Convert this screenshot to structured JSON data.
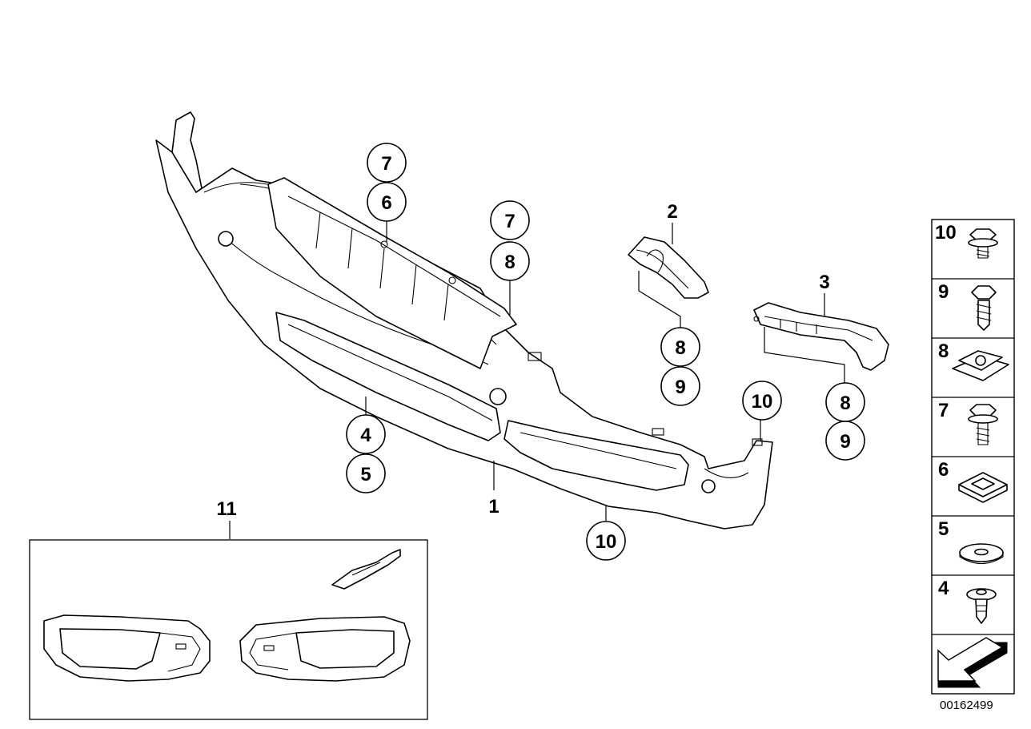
{
  "callouts": {
    "c7a": "7",
    "c6": "6",
    "c7b": "7",
    "c8a": "8",
    "c8b": "8",
    "c9a": "9",
    "c10a": "10",
    "c8c": "8",
    "c9b": "9",
    "c4": "4",
    "c5": "5",
    "c10b": "10"
  },
  "plain_labels": {
    "l1": "1",
    "l2": "2",
    "l3": "3",
    "l11": "11"
  },
  "legend": {
    "items": [
      {
        "number": "10",
        "icon": "hex-flange-bolt-with-washer-icon"
      },
      {
        "number": "9",
        "icon": "hex-screw-icon"
      },
      {
        "number": "8",
        "icon": "clip-nut-icon"
      },
      {
        "number": "7",
        "icon": "hex-flange-screw-icon"
      },
      {
        "number": "6",
        "icon": "square-nut-icon"
      },
      {
        "number": "5",
        "icon": "washer-icon"
      },
      {
        "number": "4",
        "icon": "expanding-rivet-icon"
      }
    ],
    "direction_icon": "forward-direction-arrow-icon"
  },
  "document_number": "00162499"
}
